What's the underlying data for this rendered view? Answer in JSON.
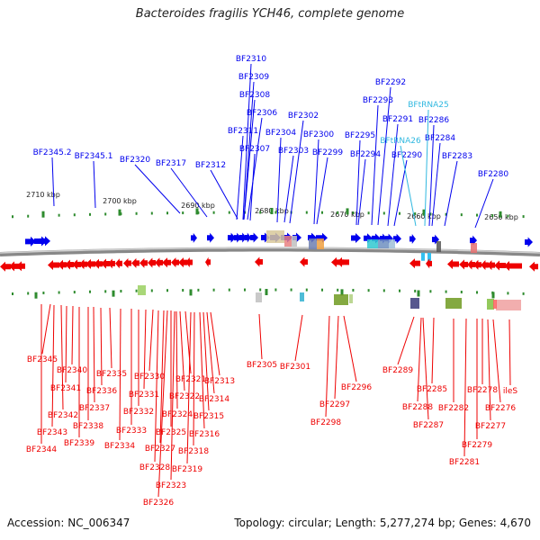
{
  "title": "Bacteroides fragilis YCH46, complete genome",
  "footer": {
    "accession": "Accession: NC_006347",
    "stats": "Topology: circular; Length: 5,277,274 bp; Genes: 4,670"
  },
  "colors": {
    "forward_gene": "#0000ee",
    "reverse_gene": "#ee0000",
    "rna_label": "#30b8e0",
    "backbone": "#888888",
    "tick": "#2e8b2e"
  },
  "ruler_labels": [
    "2710 kbp",
    "2700 kbp",
    "2690 kbp",
    "2680 kbp",
    "2670 kbp",
    "2660 kbp",
    "2650 kbp"
  ],
  "forward_labels": [
    "BF2345.2",
    "BF2345.1",
    "BF2320",
    "BF2317",
    "BF2312",
    "BF2311",
    "BF2310",
    "BF2309",
    "BF2308",
    "BF2307",
    "BF2306",
    "BF2304",
    "BF2303",
    "BF2302",
    "BF2300",
    "BF2299",
    "BF2295",
    "BF2294",
    "BF2293",
    "BF2292",
    "BF2291",
    "BF2290",
    "BF2286",
    "BF2284",
    "BF2283",
    "BF2280"
  ],
  "rna_labels": [
    "BFtRNA25",
    "BFtRNA26"
  ],
  "reverse_labels": [
    "BF2345",
    "BF2344",
    "BF2343",
    "BF2342",
    "BF2341",
    "BF2340",
    "BF2339",
    "BF2338",
    "BF2337",
    "BF2336",
    "BF2335",
    "BF2334",
    "BF2333",
    "BF2332",
    "BF2331",
    "BF2330",
    "BF2328",
    "BF2327",
    "BF2326",
    "BF2325",
    "BF2324",
    "BF2323",
    "BF2322",
    "BF2321",
    "BF2319",
    "BF2318",
    "BF2316",
    "BF2315",
    "BF2314",
    "BF2313",
    "BF2305",
    "BF2301",
    "BF2298",
    "BF2297",
    "BF2296",
    "BF2289",
    "BF2288",
    "BF2287",
    "BF2285",
    "BF2282",
    "BF2281",
    "BF2279",
    "BF2278",
    "BF2277",
    "BF2276",
    "ileS"
  ]
}
